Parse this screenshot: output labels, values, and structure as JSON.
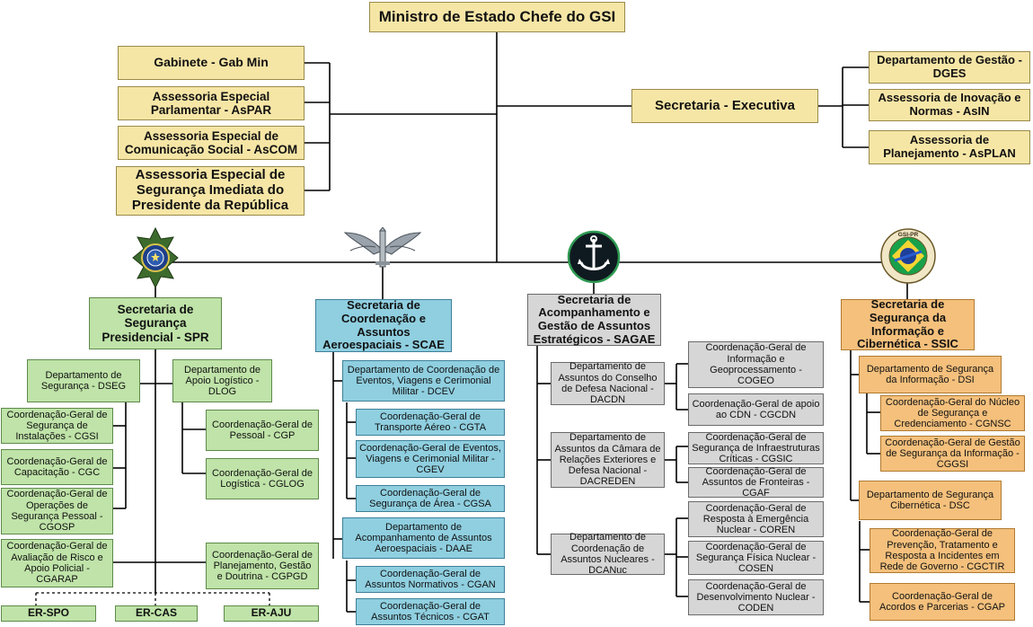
{
  "top": "Ministro de Estado Chefe do GSI",
  "left_staff": [
    "Gabinete - Gab Min",
    "Assessoria Especial Parlamentar - AsPAR",
    "Assessoria Especial de Comunicação Social - AsCOM",
    "Assessoria Especial de Segurança Imediata do Presidente da República"
  ],
  "secex": "Secretaria - Executiva",
  "secex_units": [
    "Departamento de Gestão - DGES",
    "Assessoria de Inovação e Normas - AsIN",
    "Assessoria de Planejamento - AsPLAN"
  ],
  "emblems": [
    "army-emblem",
    "air-force-emblem",
    "navy-emblem",
    "gsi-pr-emblem"
  ],
  "emblem_text": "GSI-PR",
  "spr": {
    "title": "Secretaria de Segurança Presidencial - SPR",
    "dseg": "Departamento de Segurança - DSEG",
    "dlog": "Departamento de Apoio Logístico - DLOG",
    "left": [
      "Coordenação-Geral de Segurança de Instalações - CGSI",
      "Coordenação-Geral de Capacitação - CGC",
      "Coordenação-Geral de Operações de Segurança Pessoal - CGOSP",
      "Coordenação-Geral de Avaliação de Risco e Apoio Policial - CGARAP"
    ],
    "right": [
      "Coordenação-Geral de Pessoal - CGP",
      "Coordenação-Geral de Logística - CGLOG"
    ],
    "cgpgd": "Coordenação-Geral de Planejamento, Gestão e Doutrina - CGPGD",
    "er": [
      "ER-SPO",
      "ER-CAS",
      "ER-AJU"
    ]
  },
  "scae": {
    "title": "Secretaria de Coordenação e Assuntos Aeroespaciais - SCAE",
    "dcev": "Departamento de Coordenação de Eventos, Viagens e Cerimonial Militar - DCEV",
    "dcev_units": [
      "Coordenação-Geral de Transporte Aéreo - CGTA",
      "Coordenação-Geral de Eventos, Viagens e Cerimonial Militar - CGEV",
      "Coordenação-Geral de Segurança de Área - CGSA"
    ],
    "daae": "Departamento de Acompanhamento de Assuntos Aeroespaciais - DAAE",
    "daae_units": [
      "Coordenação-Geral de Assuntos Normativos - CGAN",
      "Coordenação-Geral de Assuntos Técnicos - CGAT"
    ]
  },
  "sagae": {
    "title": "Secretaria de Acompanhamento e Gestão de Assuntos Estratégicos - SAGAE",
    "dacdn": "Departamento de Assuntos do Conselho de Defesa Nacional - DACDN",
    "dacdn_units": [
      "Coordenação-Geral de Informação e Geoprocessamento - COGEO",
      "Coordenação-Geral de apoio ao CDN - CGCDN"
    ],
    "dacreden": "Departamento de Assuntos da Câmara de Relações Exteriores e Defesa Nacional - DACREDEN",
    "dacreden_units": [
      "Coordenação-Geral de Segurança de Infraestruturas Críticas - CGSIC",
      "Coordenação-Geral de Assuntos de Fronteiras - CGAF"
    ],
    "dcanuc": "Departamento de Coordenação de Assuntos Nucleares - DCANuc",
    "dcanuc_units": [
      "Coordenação-Geral de Resposta à Emergência Nuclear - COREN",
      "Coordenação-Geral de Segurança Física Nuclear - COSEN",
      "Coordenação-Geral de Desenvolvimento Nuclear - CODEN"
    ]
  },
  "ssic": {
    "title": "Secretaria de Segurança da Informação e Cibernética - SSIC",
    "dsi": "Departamento de Segurança da Informação - DSI",
    "dsi_units": [
      "Coordenação-Geral do Núcleo de Segurança e Credenciamento - CGNSC",
      "Coordenação-Geral de Gestão de Segurança da Informação - CGGSI"
    ],
    "dsc": "Departamento de Segurança Cibernética - DSC",
    "dsc_units": [
      "Coordenação-Geral de Prevenção, Tratamento e Resposta a Incidentes em Rede de Governo - CGCTIR",
      "Coordenação-Geral de Acordos e Parcerias - CGAP"
    ]
  },
  "colors": {
    "staff": "#f6e6a6",
    "spr": "#bfe3a8",
    "scae": "#8fcfe0",
    "sagae": "#d6d6d6",
    "ssic": "#f4c07c"
  }
}
